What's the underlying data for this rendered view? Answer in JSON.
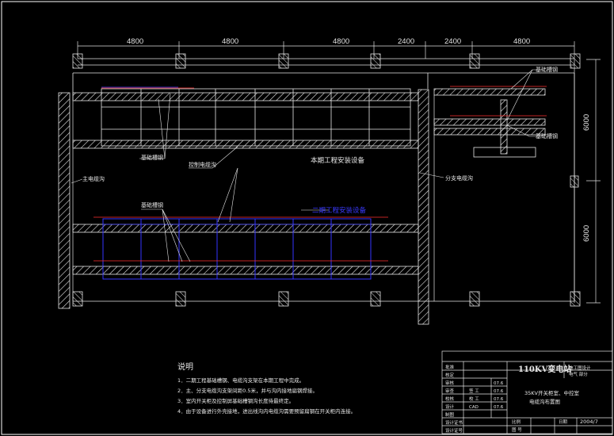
{
  "dimensions": {
    "top": [
      "4800",
      "4800",
      "4800",
      "2400",
      "2400",
      "4800"
    ],
    "right": [
      "6000",
      "6000"
    ]
  },
  "labels": {
    "foundation_steel_1": "基础槽钢",
    "foundation_steel_2": "基础槽钢",
    "foundation_steel_3": "基础槽钢",
    "foundation_steel_4": "基础槽钢",
    "control_cable_trench": "控制电缆沟",
    "this_phase_equipment": "本期工程安装设备",
    "phase2_equipment": "二期工程安装设备",
    "main_cable_trench": "主电缆沟",
    "branch_cable_trench": "分支电缆沟"
  },
  "notes": {
    "heading": "说明",
    "items": [
      "1．二期工程基础槽钢、电缆沟支架在本期工程中完成。",
      "2．主、分支电缆沟支架间距0.5米，并与沟内接地扁钢焊接。",
      "3．室内开关柜及控制屏基础槽钢沟长度待最终定。",
      "4．由于设备进行外壳接地，进出线沟内电缆沟需要预留扁钢在开关柜内连接。"
    ]
  },
  "title_block": {
    "project": "110KV变电站",
    "stage": "施工图设计",
    "discipline": "电气 部分",
    "drawing_title_1": "35KV开关柜室、中控室",
    "drawing_title_2": "电缆沟布置图",
    "rows_left": [
      "批准",
      "核定",
      "审核",
      "审查",
      "校核",
      "设计",
      "制图",
      "设计证书",
      "设计证号"
    ],
    "names": [
      "签 工",
      "校 工",
      "CAD"
    ],
    "dates": [
      "07.6",
      "07.6",
      "07.6",
      "07.6"
    ],
    "ratio_label": "比例",
    "date_label": "日期",
    "date_value": "2004/7",
    "sheet_label": "图 号"
  }
}
